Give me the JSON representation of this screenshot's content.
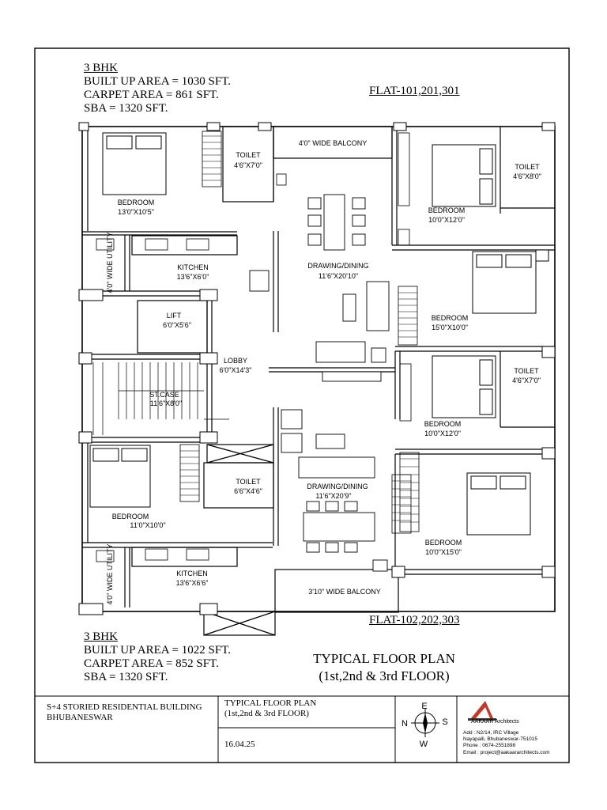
{
  "flat_top": {
    "type_label": "3 BHK",
    "built_up": "BUILT UP AREA = 1030 SFT.",
    "carpet": "CARPET AREA = 861 SFT.",
    "sba": "SBA = 1320 SFT.",
    "flat_numbers": "FLAT-101,201,301"
  },
  "flat_bottom": {
    "type_label": "3 BHK",
    "built_up": "BUILT UP AREA = 1022 SFT.",
    "carpet": "CARPET AREA = 852 SFT.",
    "sba": "SBA = 1320 SFT.",
    "flat_numbers": "FLAT-102,202,303"
  },
  "plan_title": {
    "line1": "TYPICAL FLOOR PLAN",
    "line2": "(1st,2nd & 3rd FLOOR)"
  },
  "rooms": {
    "bedroom_tl": {
      "name": "BEDROOM",
      "size": "13'0\"X10'5\""
    },
    "toilet_t": {
      "name": "TOILET",
      "size": "4'6\"X7'0\""
    },
    "balcony_t": {
      "name": "4'0\" WIDE BALCONY"
    },
    "toilet_tr": {
      "name": "TOILET",
      "size": "4'6\"X8'0\""
    },
    "bedroom_tr": {
      "name": "BEDROOM",
      "size": "10'0\"X12'0\""
    },
    "utility_t": {
      "name": "4'0\" WIDE UTILITY"
    },
    "kitchen_t": {
      "name": "KITCHEN",
      "size": "13'6\"X6'0\""
    },
    "drawing_t": {
      "name": "DRAWING/DINING",
      "size": "11'6\"X20'10\""
    },
    "bedroom_r2": {
      "name": "BEDROOM",
      "size": "15'0\"X10'0\""
    },
    "lift": {
      "name": "LIFT",
      "size": "6'0\"X5'6\""
    },
    "lobby": {
      "name": "LOBBY",
      "size": "6'0\"X14'3\""
    },
    "toilet_r3": {
      "name": "TOILET",
      "size": "4'6\"X7'0\""
    },
    "stair": {
      "name": "ST.CASE",
      "size": "11'6\"X8'0\""
    },
    "bedroom_r3": {
      "name": "BEDROOM",
      "size": "10'0\"X12'0\""
    },
    "toilet_b": {
      "name": "TOILET",
      "size": "6'6\"X4'6\""
    },
    "drawing_b": {
      "name": "DRAWING/DINING",
      "size": "11'6\"X20'9\""
    },
    "bedroom_bl": {
      "name": "BEDROOM",
      "size": "11'0\"X10'0\""
    },
    "bedroom_br": {
      "name": "BEDROOM",
      "size": "10'0\"X15'0\""
    },
    "utility_b": {
      "name": "4'0\" WIDE UTILITY"
    },
    "kitchen_b": {
      "name": "KITCHEN",
      "size": "13'6\"X6'6\""
    },
    "balcony_b": {
      "name": "3'10\" WIDE BALCONY"
    }
  },
  "title_block": {
    "project": "S+4 STORIED RESIDENTIAL BUILDING",
    "location": "BHUBANESWAR",
    "drawing_title_1": "TYPICAL FLOOR PLAN",
    "drawing_title_2": "(1st,2nd & 3rd FLOOR)",
    "date": "16.04.25",
    "compass": {
      "n": "N",
      "e": "E",
      "s": "S",
      "w": "W"
    },
    "architect": "AAKAAR Architects",
    "address_1": "Add : N2/14, IRC Village",
    "address_2": "Nayapalli, Bhubaneswar-751015",
    "phone": "Phone : 0674-2551898",
    "email": "Email : project@aakaararchitects.com"
  }
}
